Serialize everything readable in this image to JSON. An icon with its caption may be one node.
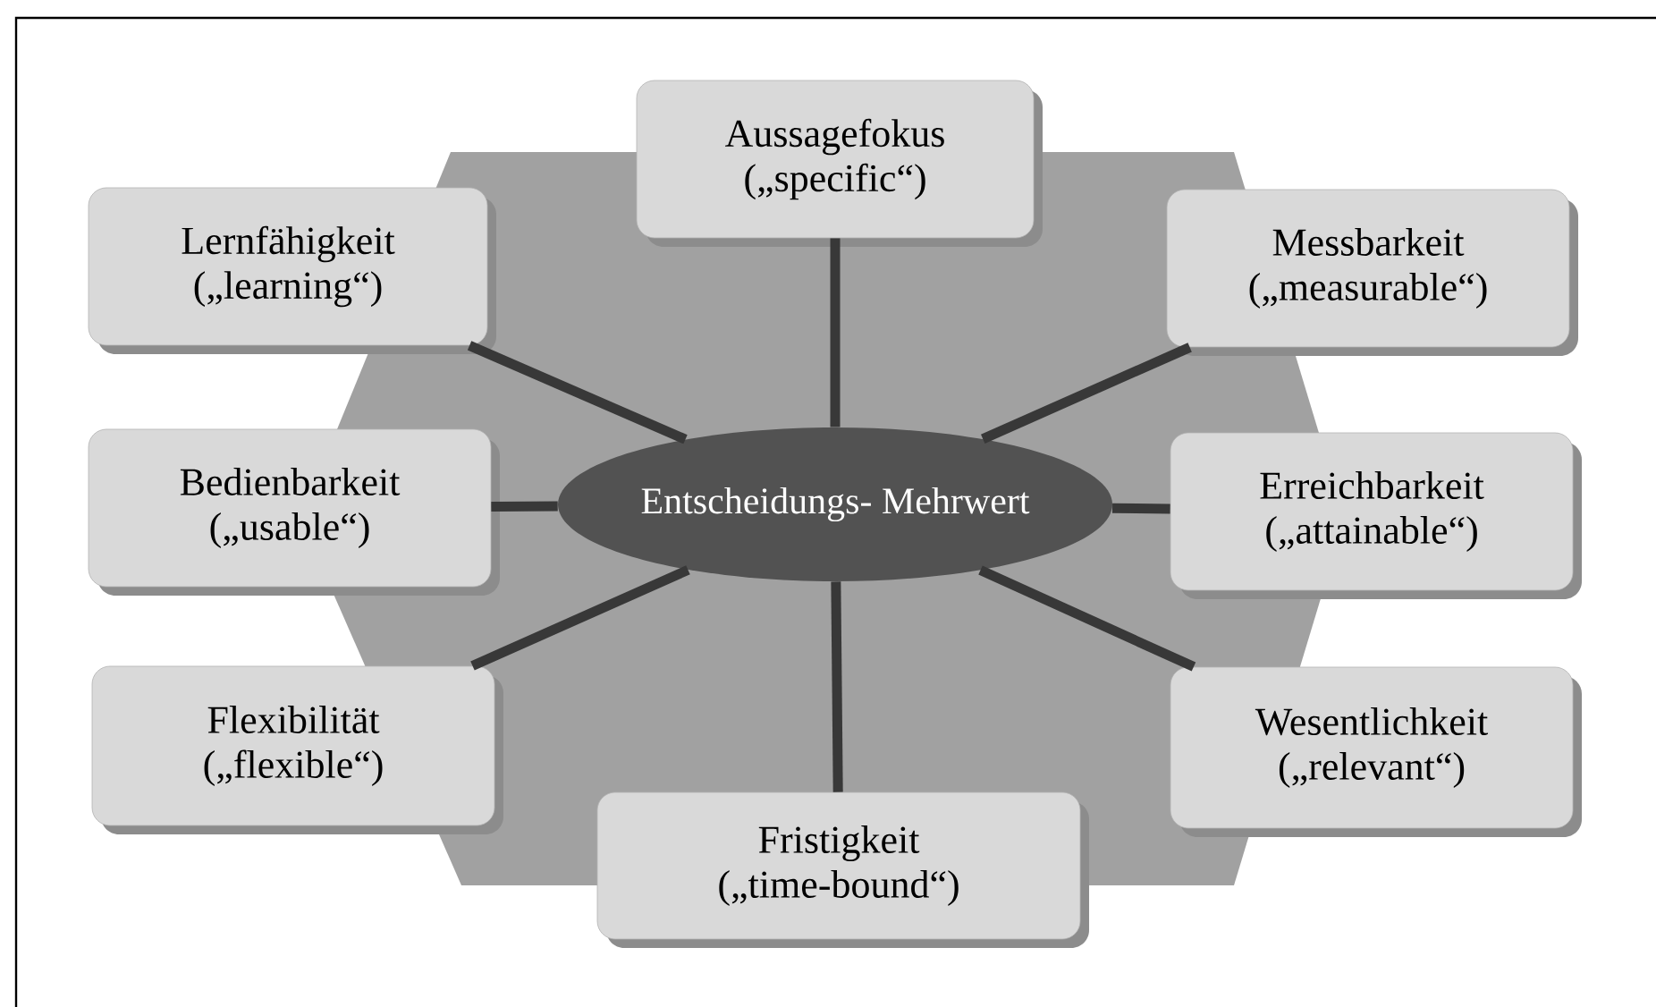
{
  "diagram": {
    "nodes": [
      {
        "text": [
          "Entscheidungs- Mehrwert"
        ]
      },
      {
        "text": [
          "Aussagefokus",
          "(„specific“)"
        ]
      },
      {
        "text": [
          "Lernfähigkeit",
          "(„learning“)"
        ]
      },
      {
        "text": [
          "Messbarkeit",
          "(„measurable“)"
        ]
      },
      {
        "text": [
          "Bedienbarkeit",
          "(„usable“)"
        ]
      },
      {
        "text": [
          "Erreichbarkeit",
          "(„attainable“)"
        ]
      },
      {
        "text": [
          "Flexibilität",
          "(„flexible“)"
        ]
      },
      {
        "text": [
          "Wesentlichkeit",
          "(„relevant“)"
        ]
      },
      {
        "text": [
          "Fristigkeit",
          "(„time-bound“)"
        ]
      }
    ],
    "edges": [
      {
        "from": 0,
        "to": 1,
        "arrow": "none"
      },
      {
        "from": 0,
        "to": 2,
        "arrow": "none"
      },
      {
        "from": 0,
        "to": 3,
        "arrow": "none"
      },
      {
        "from": 0,
        "to": 4,
        "arrow": "none"
      },
      {
        "from": 0,
        "to": 5,
        "arrow": "none"
      },
      {
        "from": 0,
        "to": 6,
        "arrow": "none"
      },
      {
        "from": 0,
        "to": 7,
        "arrow": "none"
      },
      {
        "from": 0,
        "to": 8,
        "arrow": "none"
      }
    ]
  }
}
